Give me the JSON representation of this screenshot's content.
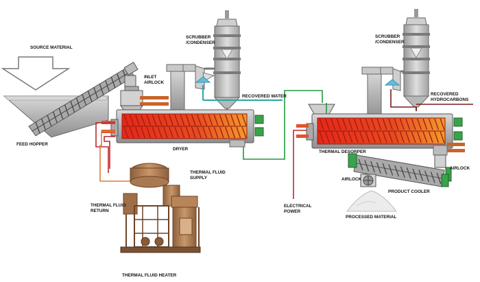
{
  "labels": {
    "source_material": "SOURCE MATERIAL",
    "feed_hopper": "FEED HOPPER",
    "inlet_airlock_1": "INLET",
    "inlet_airlock_2": "AIRLOCK",
    "scrubber_left_1": "SCRUBBER",
    "scrubber_left_2": "/CONDENSER",
    "recovered_water": "RECOVERED WATER",
    "dryer": "DRYER",
    "thermal_fluid_supply_1": "THERMAL FLUID",
    "thermal_fluid_supply_2": "SUPPLY",
    "thermal_fluid_return_1": "THERMAL FLUID",
    "thermal_fluid_return_2": "RETURN",
    "thermal_fluid_heater": "THERMAL FLUID HEATER",
    "electrical_power_1": "ELECTRICAL",
    "electrical_power_2": "POWER",
    "scrubber_right_1": "SCRUBBER",
    "scrubber_right_2": "/CONDENSER",
    "recovered_hydrocarbons_1": "RECOVERED",
    "recovered_hydrocarbons_2": "HYDROCARBONS",
    "thermal_desorber": "THERMAL DESORPER",
    "airlock_right": "AIRLOCK",
    "airlock_left": "AIRLOCK",
    "product_cooler": "PRODUCT COOLER",
    "processed_material": "PROCESSED MATERIAL"
  },
  "colors": {
    "steel": "#b9b9b9",
    "steel_dark": "#7d7d7d",
    "hot": "#e53a1a",
    "warm": "#f28c28",
    "green": "#1f9a3a",
    "teal": "#2aa6a0",
    "fluid_line": "#c0262e",
    "return_line": "#e07a3a",
    "heater": "#b8845a"
  },
  "icons": {
    "source_arrow": "down-arrow-icon",
    "airlock_wheel": "airlock-wheel-icon"
  }
}
